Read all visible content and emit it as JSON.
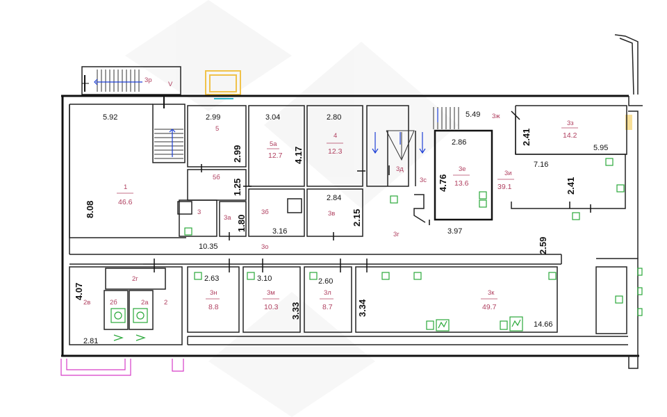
{
  "rooms": [
    {
      "id": "room-1",
      "label": "1",
      "area": "46.6"
    },
    {
      "id": "room-5",
      "label": "5",
      "area": ""
    },
    {
      "id": "room-5a",
      "label": "5а",
      "area": "12.7"
    },
    {
      "id": "room-4",
      "label": "4",
      "area": "12.3"
    },
    {
      "id": "room-5b",
      "label": "5б",
      "area": ""
    },
    {
      "id": "room-3",
      "label": "3",
      "area": ""
    },
    {
      "id": "room-3a",
      "label": "3а",
      "area": ""
    },
    {
      "id": "room-3b",
      "label": "3б",
      "area": ""
    },
    {
      "id": "room-3v",
      "label": "3в",
      "area": ""
    },
    {
      "id": "room-3g",
      "label": "3г",
      "area": ""
    },
    {
      "id": "room-3d",
      "label": "3д",
      "area": ""
    },
    {
      "id": "room-3s",
      "label": "3с",
      "area": ""
    },
    {
      "id": "room-3e",
      "label": "3е",
      "area": "13.6"
    },
    {
      "id": "room-3i",
      "label": "3и",
      "area": "39.1"
    },
    {
      "id": "room-3zh",
      "label": "3ж",
      "area": ""
    },
    {
      "id": "room-3z",
      "label": "3з",
      "area": "14.2"
    },
    {
      "id": "room-3r",
      "label": "3р",
      "area": ""
    },
    {
      "id": "room-3o",
      "label": "3о",
      "area": ""
    },
    {
      "id": "room-2g",
      "label": "2г",
      "area": ""
    },
    {
      "id": "room-2v",
      "label": "2в",
      "area": ""
    },
    {
      "id": "room-2",
      "label": "2",
      "area": ""
    },
    {
      "id": "room-2b",
      "label": "2б",
      "area": ""
    },
    {
      "id": "room-2a",
      "label": "2а",
      "area": ""
    },
    {
      "id": "room-3n",
      "label": "3н",
      "area": "8.8"
    },
    {
      "id": "room-3m",
      "label": "3м",
      "area": "10.3"
    },
    {
      "id": "room-3l",
      "label": "3л",
      "area": "8.7"
    },
    {
      "id": "room-3k",
      "label": "3к",
      "area": "49.7"
    }
  ],
  "dimensions": {
    "d_592": "5.92",
    "d_808": "8.08",
    "d_299a": "2.99",
    "d_299b": "2.99",
    "d_304": "3.04",
    "d_417": "4.17",
    "d_280": "2.80",
    "d_125": "1.25",
    "d_180": "1.80",
    "d_316": "3.16",
    "d_284": "2.84",
    "d_215": "2.15",
    "d_1035": "10.35",
    "d_549": "5.49",
    "d_241a": "2.41",
    "d_595": "5.95",
    "d_286": "2.86",
    "d_476": "4.76",
    "d_716": "7.16",
    "d_241b": "2.41",
    "d_397": "3.97",
    "d_259": "2.59",
    "d_407": "4.07",
    "d_281": "2.81",
    "d_263": "2.63",
    "d_310": "3.10",
    "d_333": "3.33",
    "d_260": "2.60",
    "d_334": "3.34",
    "d_1466": "14.66"
  },
  "marks": {
    "v": "V"
  }
}
